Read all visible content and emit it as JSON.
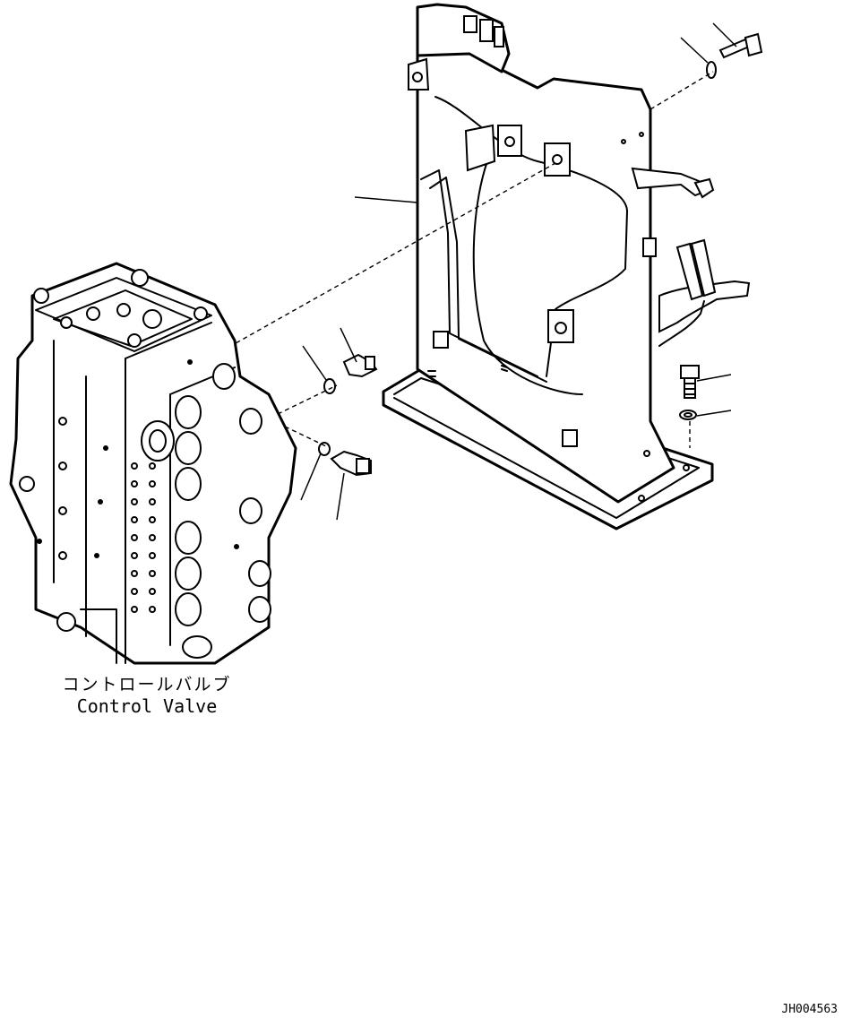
{
  "diagram": {
    "control_valve_label_jp": "コントロールバルブ",
    "control_valve_label_en": "Control Valve",
    "drawing_number": "JH004563"
  }
}
